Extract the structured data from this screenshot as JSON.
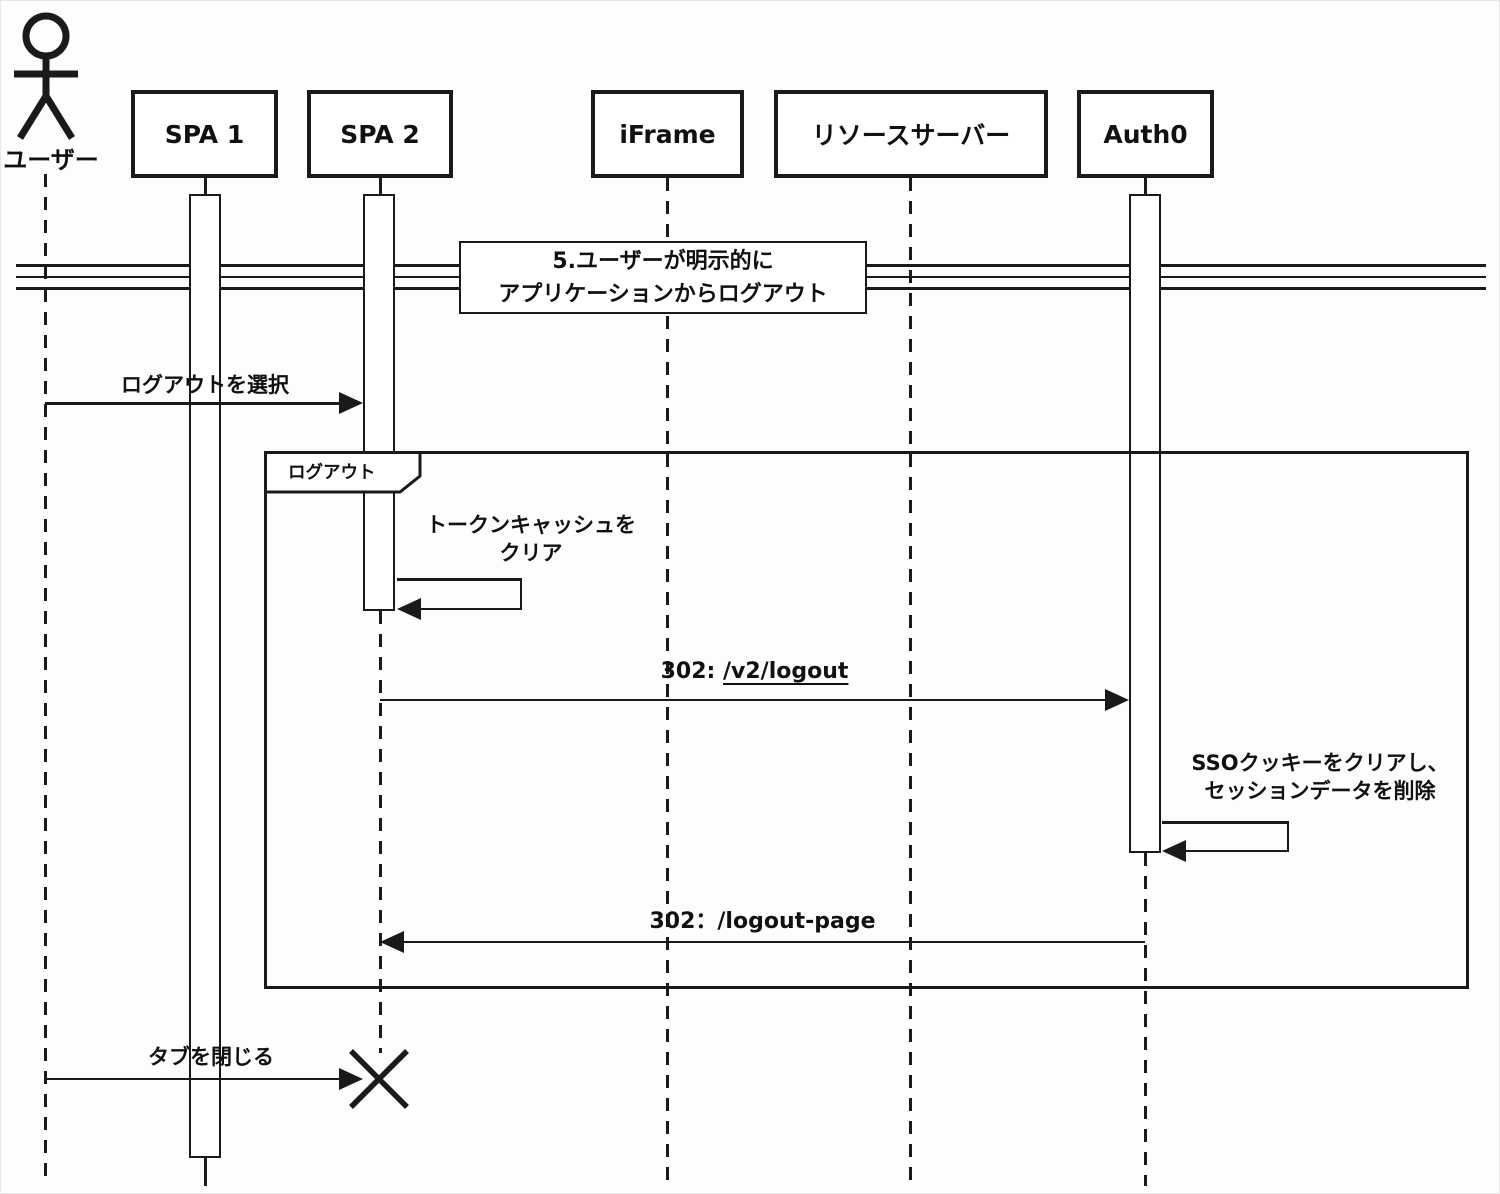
{
  "diagram": {
    "actor": {
      "label": "ユーザー"
    },
    "participants": [
      {
        "label": "SPA 1"
      },
      {
        "label": "SPA 2"
      },
      {
        "label": "iFrame"
      },
      {
        "label": "リソースサーバー"
      },
      {
        "label": "Auth0"
      }
    ],
    "divider": {
      "line1": "5.ユーザーが明示的に",
      "line2": "アプリケーションからログアウト"
    },
    "fragment": {
      "label": "ログアウト"
    },
    "messages": {
      "select_logout": {
        "text": "ログアウトを選択"
      },
      "clear_token": {
        "line1": "トークンキャッシュを",
        "line2": "クリア"
      },
      "v2_logout": {
        "prefix": "302: ",
        "link": "/v2/logout"
      },
      "sso_clear": {
        "line1": "SSOクッキーをクリアし、",
        "line2": "セッションデータを削除"
      },
      "logout_page": {
        "text": "302：/logout-page"
      },
      "close_tab": {
        "text": "タブを閉じる"
      }
    },
    "colors": {
      "stroke": "#1a1a1a",
      "fill": "#ffffff"
    }
  }
}
